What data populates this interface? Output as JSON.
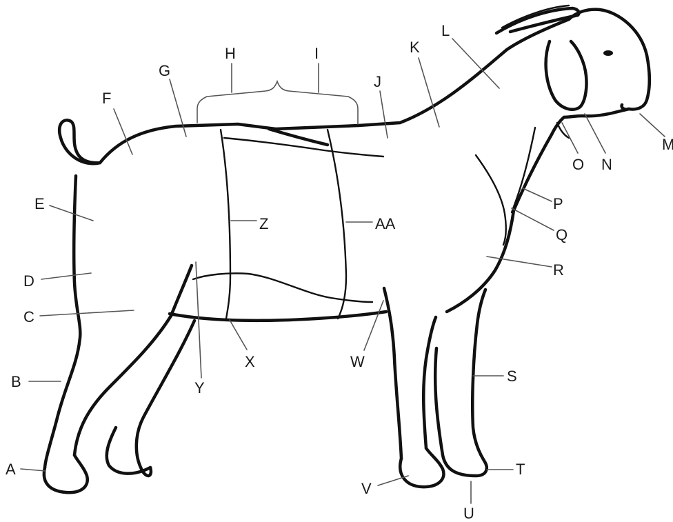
{
  "diagram": {
    "labels": {
      "A": "A",
      "B": "B",
      "C": "C",
      "D": "D",
      "E": "E",
      "F": "F",
      "G": "G",
      "H": "H",
      "I": "I",
      "J": "J",
      "K": "K",
      "L": "L",
      "M": "M",
      "N": "N",
      "O": "O",
      "P": "P",
      "Q": "Q",
      "R": "R",
      "S": "S",
      "T": "T",
      "U": "U",
      "V": "V",
      "W": "W",
      "X": "X",
      "Y": "Y",
      "Z": "Z",
      "AA": "AA"
    }
  }
}
